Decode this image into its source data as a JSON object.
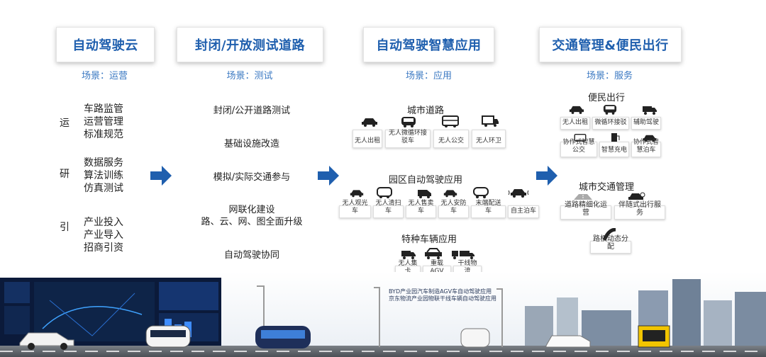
{
  "columns": [
    {
      "title": "自动驾驶云",
      "scene": "场景：运营"
    },
    {
      "title": "封闭/开放测试道路",
      "scene": "场景：测试"
    },
    {
      "title": "自动驾驶智慧应用",
      "scene": "场景：应用"
    },
    {
      "title": "交通管理&便民出行",
      "scene": "场景：服务"
    }
  ],
  "cloud": {
    "groups": [
      {
        "tag": "运",
        "lines": [
          "车路监管",
          "运营管理",
          "标准规范"
        ]
      },
      {
        "tag": "研",
        "lines": [
          "数据服务",
          "算法训练",
          "仿真测试"
        ]
      },
      {
        "tag": "引",
        "lines": [
          "产业投入",
          "产业导入",
          "招商引资"
        ]
      }
    ]
  },
  "testing": {
    "items": [
      "封闭/公开道路测试",
      "基础设施改造",
      "模拟/实际交通参与",
      "网联化建设",
      "路、云、网、图全面升级",
      "自动驾驶协同"
    ]
  },
  "application": {
    "city": {
      "title": "城市道路",
      "items": [
        "无人出租",
        "无人微循环接驳车",
        "无人公交",
        "无人环卫"
      ]
    },
    "park": {
      "title": "园区自动驾驶应用",
      "items": [
        "无人观光车",
        "无人清扫车",
        "无人售卖车",
        "无人安防车",
        "末端配送车",
        "自主泊车"
      ]
    },
    "special": {
      "title": "特种车辆应用",
      "items": [
        "无人集卡",
        "重载AGV",
        "干线物流"
      ]
    }
  },
  "service": {
    "convenience": {
      "title": "便民出行",
      "items": [
        "无人出租",
        "微循环接驳",
        "辅助驾驶",
        "协作式智慧公交",
        "智慧充电",
        "协作式智慧泊车"
      ]
    },
    "traffic": {
      "title": "城市交通管理",
      "items": [
        "道路精细化运营",
        "伴随式出行服务",
        "路权动态分配"
      ]
    }
  },
  "bottom_notes": [
    "BYD产业园汽车制造AGV车自动驾驶应用",
    "京东物流产业园物联干线车辆自动驾驶应用"
  ],
  "colors": {
    "accent": "#1f5fae",
    "scene": "#3a78c2"
  }
}
